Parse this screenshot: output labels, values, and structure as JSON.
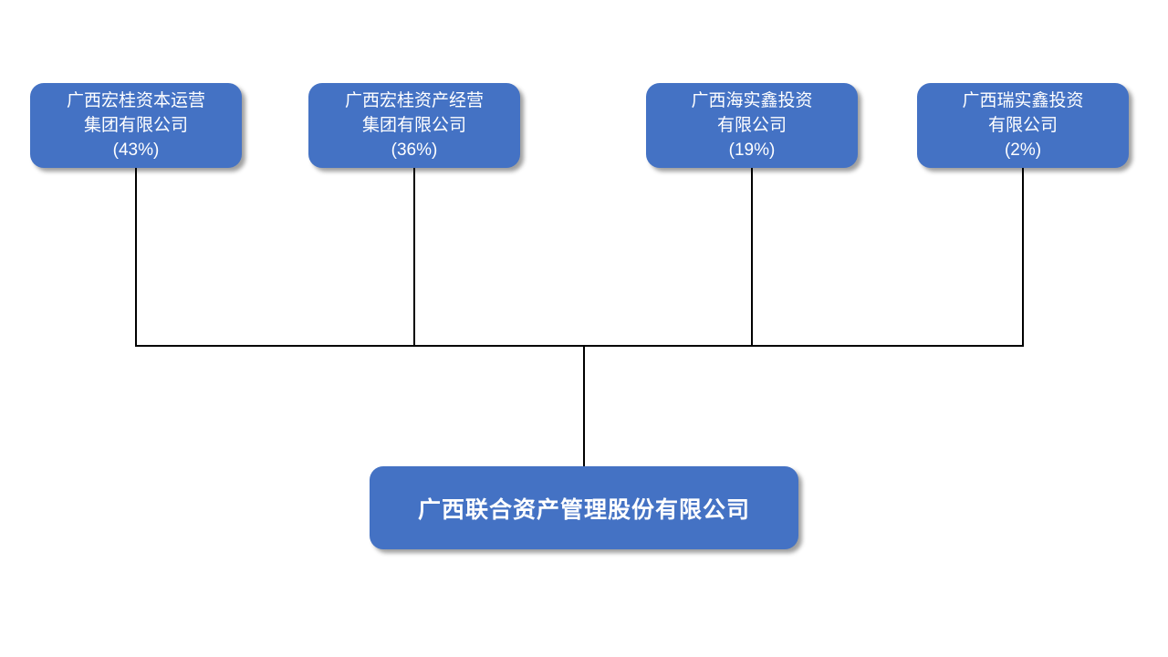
{
  "diagram": {
    "type": "equity-structure-org-chart",
    "shareholders": [
      {
        "name": "广西宏桂资本运营集团有限公司",
        "percent": "43%",
        "lines": [
          "广西宏桂资本运营",
          "集团有限公司",
          "(43%)"
        ]
      },
      {
        "name": "广西宏桂资产经营集团有限公司",
        "percent": "36%",
        "lines": [
          "广西宏桂资产经营",
          "集团有限公司",
          "(36%)"
        ]
      },
      {
        "name": "广西海实鑫投资有限公司",
        "percent": "19%",
        "lines": [
          "广西海实鑫投资",
          "有限公司",
          "(19%)"
        ]
      },
      {
        "name": "广西瑞实鑫投资有限公司",
        "percent": "2%",
        "lines": [
          "广西瑞实鑫投资",
          "有限公司",
          "(2%)"
        ]
      }
    ],
    "company": {
      "name": "广西联合资产管理股份有限公司"
    },
    "colors": {
      "node_fill": "#4472C4",
      "node_text": "#FFFFFF",
      "connector": "#000000",
      "background": "#FFFFFF"
    }
  }
}
